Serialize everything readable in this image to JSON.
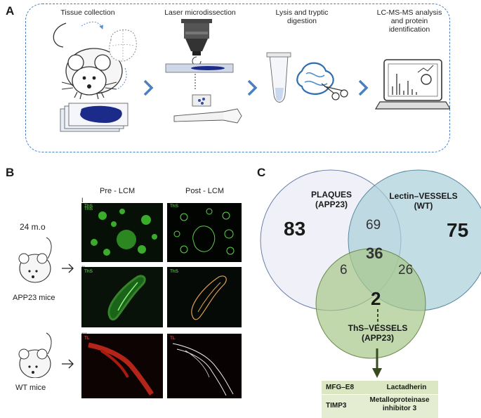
{
  "panel_a": {
    "letter": "A",
    "steps": [
      {
        "label": "Tissue collection"
      },
      {
        "label": "Laser microdissection"
      },
      {
        "label": "Lysis and tryptic digestion"
      },
      {
        "label": "LC-MS-MS analysis and protein identification"
      }
    ],
    "icons": [
      "mouse-icon",
      "brain-icon",
      "tissue-slides-icon",
      "microscope-icon",
      "slide-icon",
      "tube-icon",
      "protein-scissors-icon",
      "laptop-spectrum-icon"
    ]
  },
  "panel_b": {
    "letter": "B",
    "age": "24 m.o",
    "groups": [
      "APP23 mice",
      "WT mice"
    ],
    "columns": [
      "Pre - LCM",
      "Post - LCM"
    ],
    "rows": [
      {
        "roman": "I",
        "stain": "ThS"
      },
      {
        "roman": "II",
        "stain": "ThS"
      },
      {
        "roman": "III",
        "stain": "TL"
      }
    ]
  },
  "panel_c": {
    "letter": "C",
    "sets": [
      {
        "name": "PLAQUES",
        "sub": "(APP23)",
        "only": "83",
        "color": "#eef0f7"
      },
      {
        "name": "Lectin–VESSELS",
        "sub": "(WT)",
        "only": "75",
        "color": "#a9cfda"
      },
      {
        "name": "ThS–VESSELS",
        "sub": "(APP23)",
        "only": "2",
        "color": "#a6c78a"
      }
    ],
    "intersections": {
      "plaques_lectin": "69",
      "all_three": "36",
      "plaques_ths": "6",
      "lectin_ths": "26"
    },
    "results": [
      {
        "gene": "MFG–E8",
        "protein": "Lactadherin"
      },
      {
        "gene": "TIMP3",
        "protein": "Metalloproteinase inhibitor 3"
      }
    ]
  }
}
